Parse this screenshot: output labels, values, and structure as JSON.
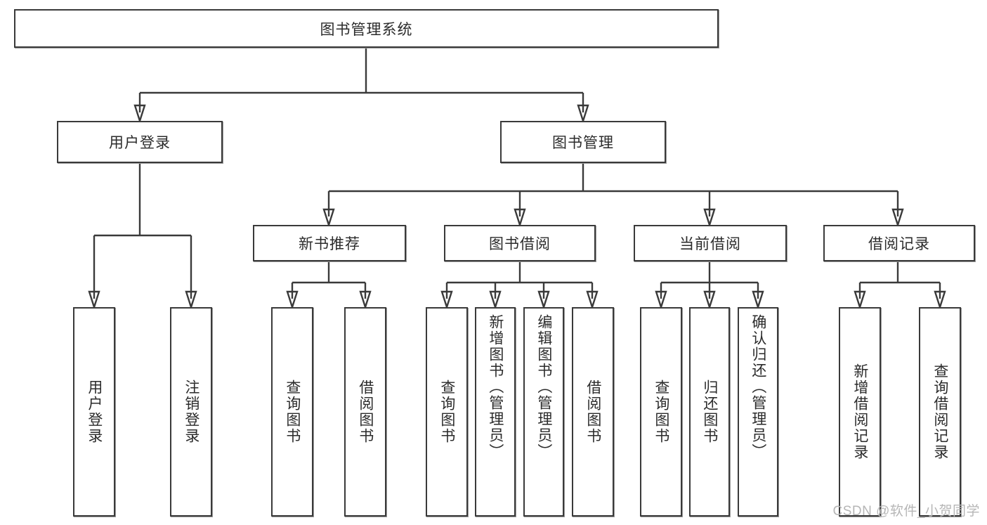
{
  "diagram": {
    "title": "图书管理系统",
    "type": "tree-hierarchy-chart",
    "root": {
      "id": "root",
      "label": "图书管理系统"
    },
    "level2": [
      {
        "id": "user-login",
        "label": "用户登录"
      },
      {
        "id": "book-management",
        "label": "图书管理"
      }
    ],
    "level3": [
      {
        "id": "new-book-recommend",
        "label": "新书推荐",
        "parent": "book-management"
      },
      {
        "id": "book-borrow",
        "label": "图书借阅",
        "parent": "book-management"
      },
      {
        "id": "current-borrow",
        "label": "当前借阅",
        "parent": "book-management"
      },
      {
        "id": "borrow-record",
        "label": "借阅记录",
        "parent": "book-management"
      }
    ],
    "leaves": {
      "user_login": [
        {
          "id": "leaf-user-login",
          "label": "用户登录"
        },
        {
          "id": "leaf-user-logout",
          "label": "注销登录"
        }
      ],
      "new_book_recommend": [
        {
          "id": "leaf-query-book-1",
          "label": "查询图书"
        },
        {
          "id": "leaf-borrow-book-1",
          "label": "借阅图书"
        }
      ],
      "book_borrow": [
        {
          "id": "leaf-query-book-2",
          "label": "查询图书"
        },
        {
          "id": "leaf-add-book",
          "label": "新增图书（管理员）"
        },
        {
          "id": "leaf-edit-book",
          "label": "编辑图书（管理员）"
        },
        {
          "id": "leaf-borrow-book-2",
          "label": "借阅图书"
        }
      ],
      "current_borrow": [
        {
          "id": "leaf-query-book-3",
          "label": "查询图书"
        },
        {
          "id": "leaf-return-book",
          "label": "归还图书"
        },
        {
          "id": "leaf-confirm-return",
          "label": "确认归还（管理员）"
        }
      ],
      "borrow_record": [
        {
          "id": "leaf-add-record",
          "label": "新增借阅记录"
        },
        {
          "id": "leaf-query-record",
          "label": "查询借阅记录"
        }
      ]
    },
    "watermark": "CSDN @软件_小贺同学",
    "colors": {
      "border": "#3a3a3a",
      "background": "#ffffff",
      "text": "#2b2b2b",
      "watermark": "#b6b6b6"
    }
  }
}
